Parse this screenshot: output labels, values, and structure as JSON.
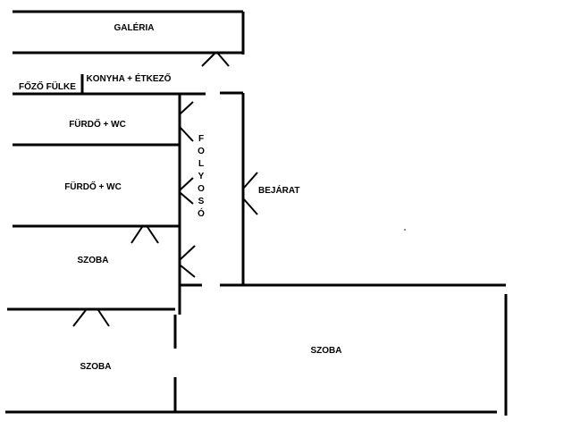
{
  "rooms": {
    "galeria": "GALÉRIA",
    "fozo_fulke": "FŐZŐ FÜLKE",
    "konyha_etkezo": "KONYHA + ÉTKEZŐ",
    "furdo_wc_1": "FÜRDŐ + WC",
    "furdo_wc_2": "FÜRDŐ + WC",
    "szoba_1": "SZOBA",
    "szoba_2": "SZOBA",
    "szoba_3": "SZOBA",
    "bejarat": "BEJÁRAT"
  },
  "corridor_letters": [
    "F",
    "O",
    "L",
    "Y",
    "O",
    "S",
    "Ó"
  ]
}
